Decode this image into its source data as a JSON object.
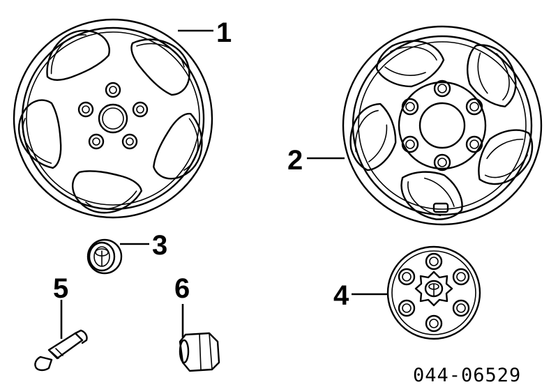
{
  "diagram": {
    "labels": {
      "part1": "1",
      "part2": "2",
      "part3": "3",
      "part4": "4",
      "part5": "5",
      "part6": "6"
    },
    "reference_code": "044-06529"
  },
  "colors": {
    "ink": "#000000",
    "background": "#ffffff"
  }
}
